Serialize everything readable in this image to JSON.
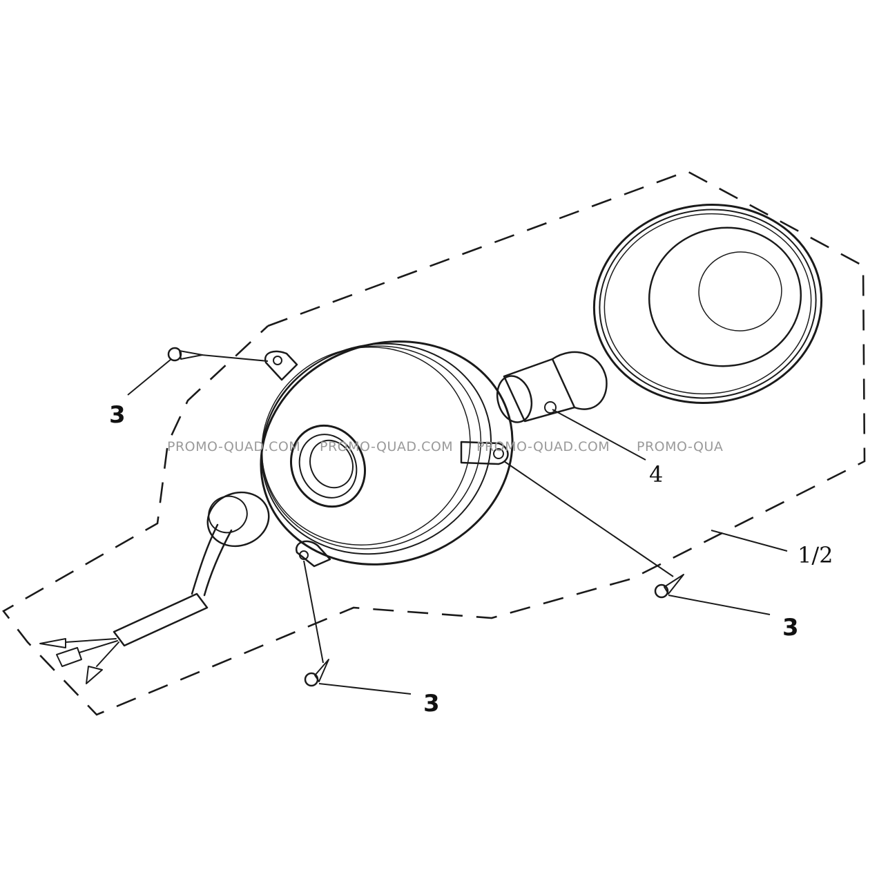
{
  "callouts": {
    "screw_top_left": "3",
    "screw_right": "3",
    "screw_bottom": "3",
    "bulb": "4",
    "headlight_assembly": "1/2"
  },
  "watermark": {
    "text_1": "PROMO-QUAD.COM",
    "text_2": "PROMO-QUAD.COM",
    "text_3": "PROMO-QUAD.COM",
    "text_4": "PROMO-QUA"
  },
  "colors": {
    "line": "#1a1a1a",
    "watermark": "#9a9a9a",
    "background": "#ffffff"
  }
}
